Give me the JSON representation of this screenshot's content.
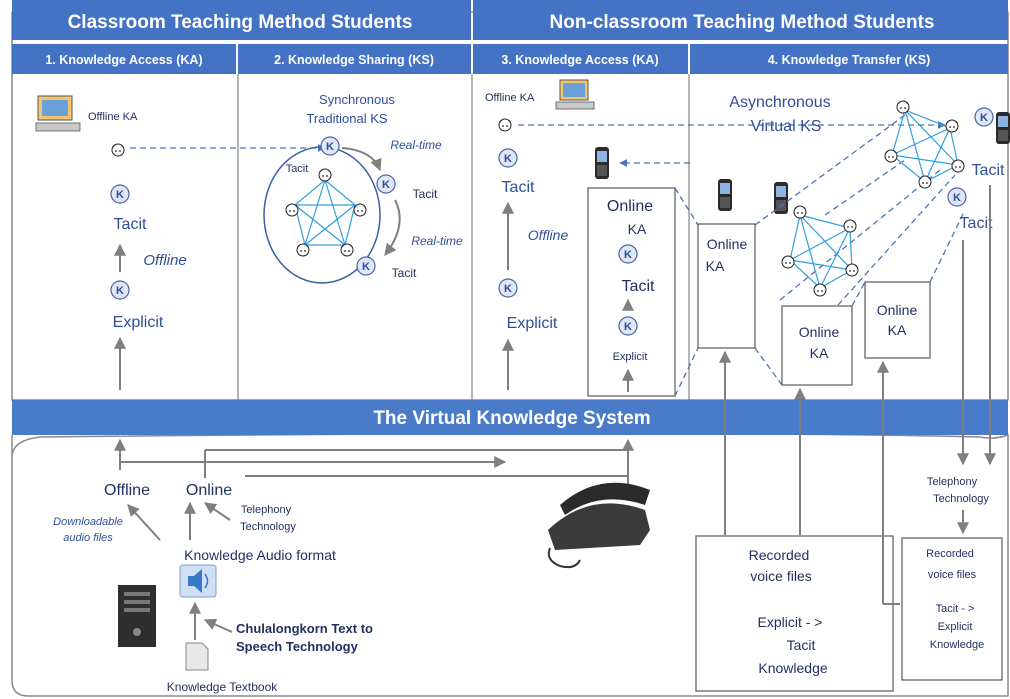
{
  "headers": {
    "left_title": "Classroom Teaching Method Students",
    "right_title": "Non-classroom Teaching Method Students",
    "sub1": "1. Knowledge Access (KA)",
    "sub2": "2. Knowledge Sharing (KS)",
    "sub3": "3. Knowledge Access (KA)",
    "sub4": "4. Knowledge Transfer (KS)"
  },
  "col1": {
    "offline_ka": "Offline KA",
    "k": "K",
    "tacit": "Tacit",
    "offline": "Offline",
    "explicit": "Explicit"
  },
  "col2": {
    "title_line1": "Synchronous",
    "title_line2": "Traditional KS",
    "realtime": "Real-time",
    "tacit": "Tacit"
  },
  "col3": {
    "offline_ka": "Offline KA",
    "tacit": "Tacit",
    "offline": "Offline",
    "explicit": "Explicit",
    "online": "Online",
    "ka": "KA",
    "explicit_small": "Explicit"
  },
  "col4": {
    "title_line1": "Asynchronous",
    "title_line2": "Virtual KS",
    "tacit": "Tacit",
    "online": "Online",
    "ka": "KA"
  },
  "system_bar": "The Virtual Knowledge System",
  "bottom": {
    "offline": "Offline",
    "online": "Online",
    "downloadable_1": "Downloadable",
    "downloadable_2": "audio files",
    "telephony_1": "Telephony",
    "telephony_2": "Technology",
    "audio_format": "Knowledge Audio format",
    "tts_1": "Chulalongkorn Text to",
    "tts_2": "Speech Technology",
    "textbook": "Knowledge Textbook",
    "recorded_1": "Recorded",
    "recorded_2": "voice files",
    "explicit_tacit_1": "Explicit - >",
    "explicit_tacit_2": "Tacit",
    "explicit_tacit_3": "Knowledge",
    "right_telephony_1": "Telephony",
    "right_telephony_2": "Technology",
    "right_recorded_1": "Recorded",
    "right_recorded_2": "voice files",
    "tacit_explicit_1": "Tacit - >",
    "tacit_explicit_2": "Explicit",
    "tacit_explicit_3": "Knowledge"
  },
  "colors": {
    "header_bar": "#4472c4",
    "system_bar": "#4a7bc8",
    "network_line": "#2fa0e0",
    "text_blue": "#2f4f9a"
  }
}
